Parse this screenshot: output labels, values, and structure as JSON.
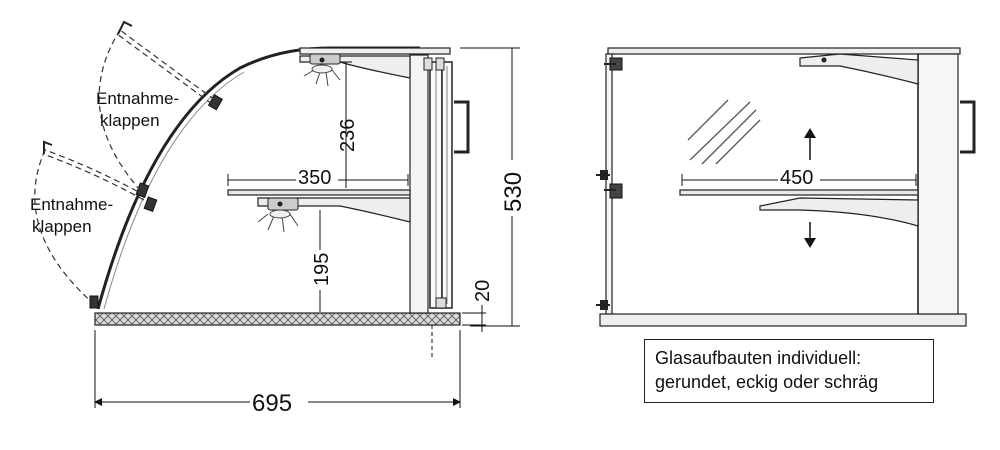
{
  "side_view": {
    "label_upper": [
      "Entnahme-",
      "klappen"
    ],
    "label_lower": [
      "Entnahme-",
      "klappen"
    ],
    "dim_upper_height": "236",
    "dim_shelf_depth": "350",
    "dim_lower_height": "195",
    "dim_total_height": "530",
    "dim_base": "20",
    "dim_total_depth": "695"
  },
  "front_view": {
    "dim_shelf_width": "450"
  },
  "note": {
    "line1": "Glasaufbauten individuell:",
    "line2": "gerundet, eckig oder schräg"
  }
}
